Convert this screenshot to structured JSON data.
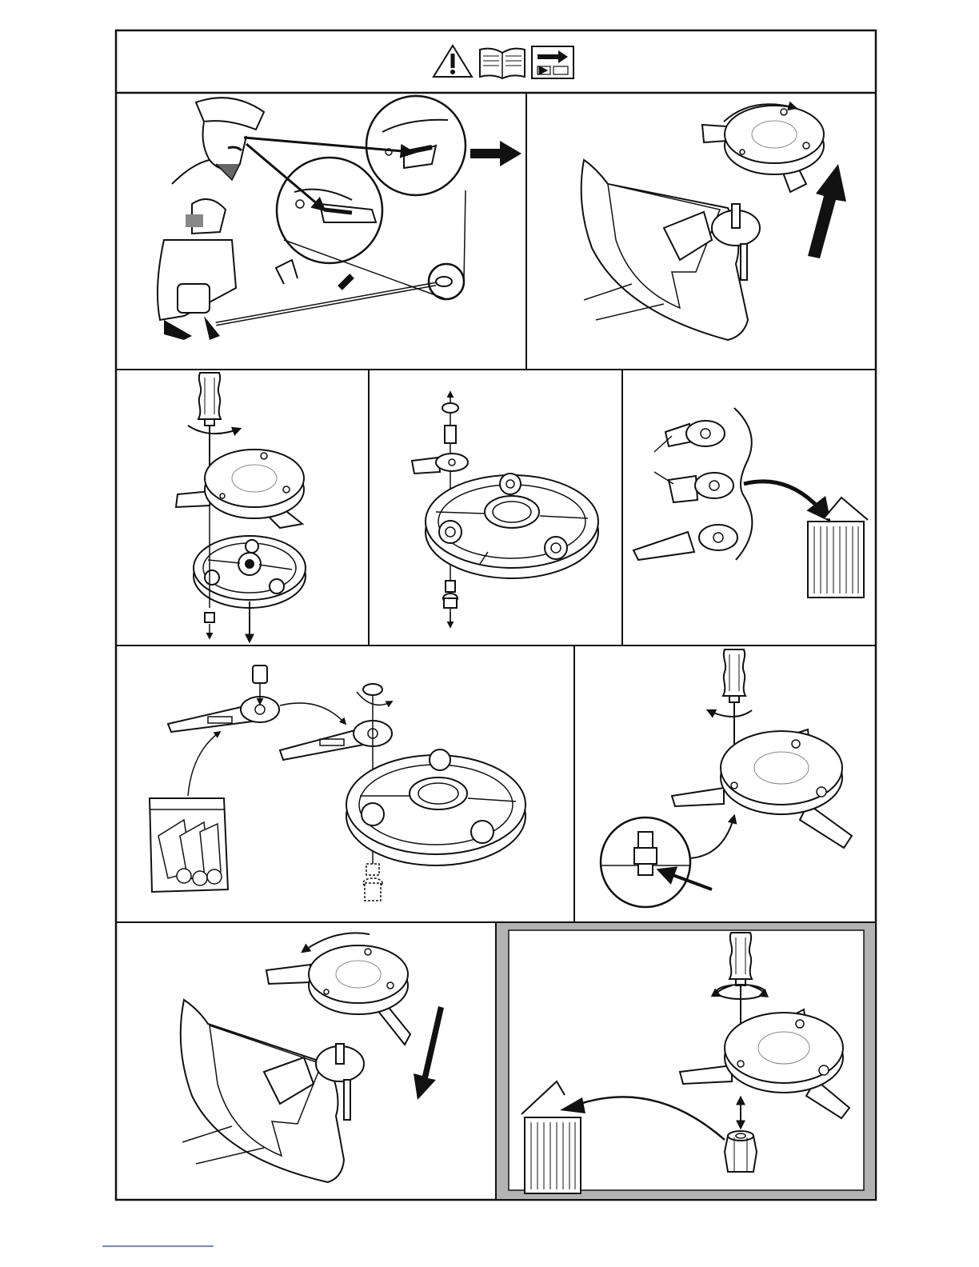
{
  "document": {
    "kind": "illustrated instruction sheet",
    "header_icons": [
      "warning-triangle-icon",
      "read-manual-book-icon",
      "refer-to-page-icon"
    ],
    "panels": [
      {
        "id": "protective-gear",
        "icons": [
          "operator-head-icon",
          "kneeling-operator-icon",
          "trimmer-icon",
          "magnifier-circle-icon",
          "arrow-right-icon"
        ]
      },
      {
        "id": "remove-blade-head",
        "icons": [
          "blade-guard-icon",
          "blade-disc-icon",
          "rotate-arrow-icon",
          "lift-arrow-icon"
        ]
      },
      {
        "id": "unscrew-disc",
        "icons": [
          "screwdriver-icon",
          "rotate-arrow-icon",
          "disc-icon",
          "nut-icon"
        ]
      },
      {
        "id": "remove-blade",
        "icons": [
          "washer-icon",
          "spacer-icon",
          "blade-icon",
          "disc-icon",
          "bolt-icon"
        ]
      },
      {
        "id": "discard-worn-blades",
        "icons": [
          "worn-blade-icon",
          "trash-bin-icon",
          "arrow-icon"
        ]
      },
      {
        "id": "fit-new-blades",
        "icons": [
          "spare-blades-bag-icon",
          "blade-icon",
          "washer-icon",
          "disc-icon",
          "bolt-icon"
        ]
      },
      {
        "id": "tighten-disc",
        "icons": [
          "screwdriver-icon",
          "magnifier-circle-icon",
          "disc-icon"
        ]
      },
      {
        "id": "refit-blade-head",
        "icons": [
          "blade-guard-icon",
          "blade-disc-icon",
          "rotate-arrow-icon",
          "down-arrow-icon"
        ]
      },
      {
        "id": "replace-locknut",
        "icons": [
          "screwdriver-icon",
          "disc-icon",
          "locknut-icon",
          "trash-bin-icon"
        ]
      }
    ]
  }
}
